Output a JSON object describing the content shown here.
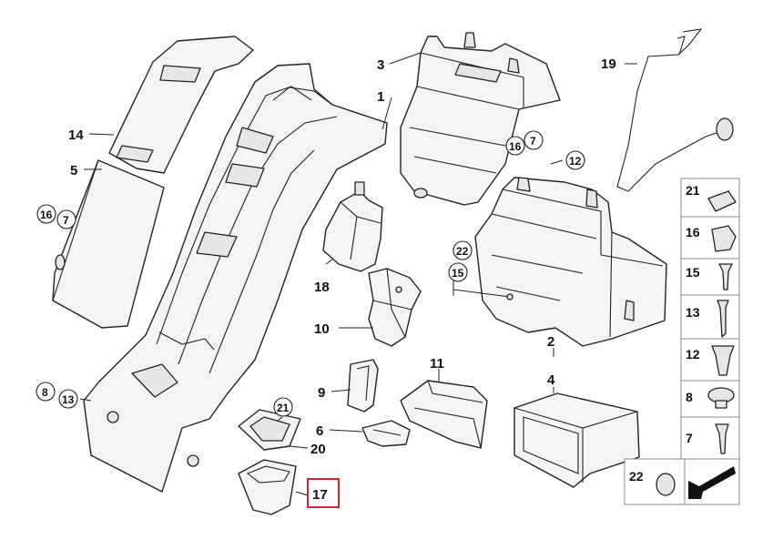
{
  "labels": {
    "p1": "1",
    "p2": "2",
    "p3": "3",
    "p4": "4",
    "p5": "5",
    "p6": "6",
    "p8": "8",
    "p9": "9",
    "p10": "10",
    "p11": "11",
    "p12": "12",
    "p13": "13",
    "p14": "14",
    "p15": "15",
    "p16": "16",
    "p7": "7",
    "p17": "17",
    "p18": "18",
    "p19": "19",
    "p20": "20",
    "p21": "21",
    "p22": "22"
  },
  "legend": {
    "r21": "21",
    "r16": "16",
    "r15": "15",
    "r13": "13",
    "r12": "12",
    "r8": "8",
    "r7": "7",
    "r22": "22"
  },
  "highlight": {
    "label": "17",
    "color": "#d8262b"
  }
}
